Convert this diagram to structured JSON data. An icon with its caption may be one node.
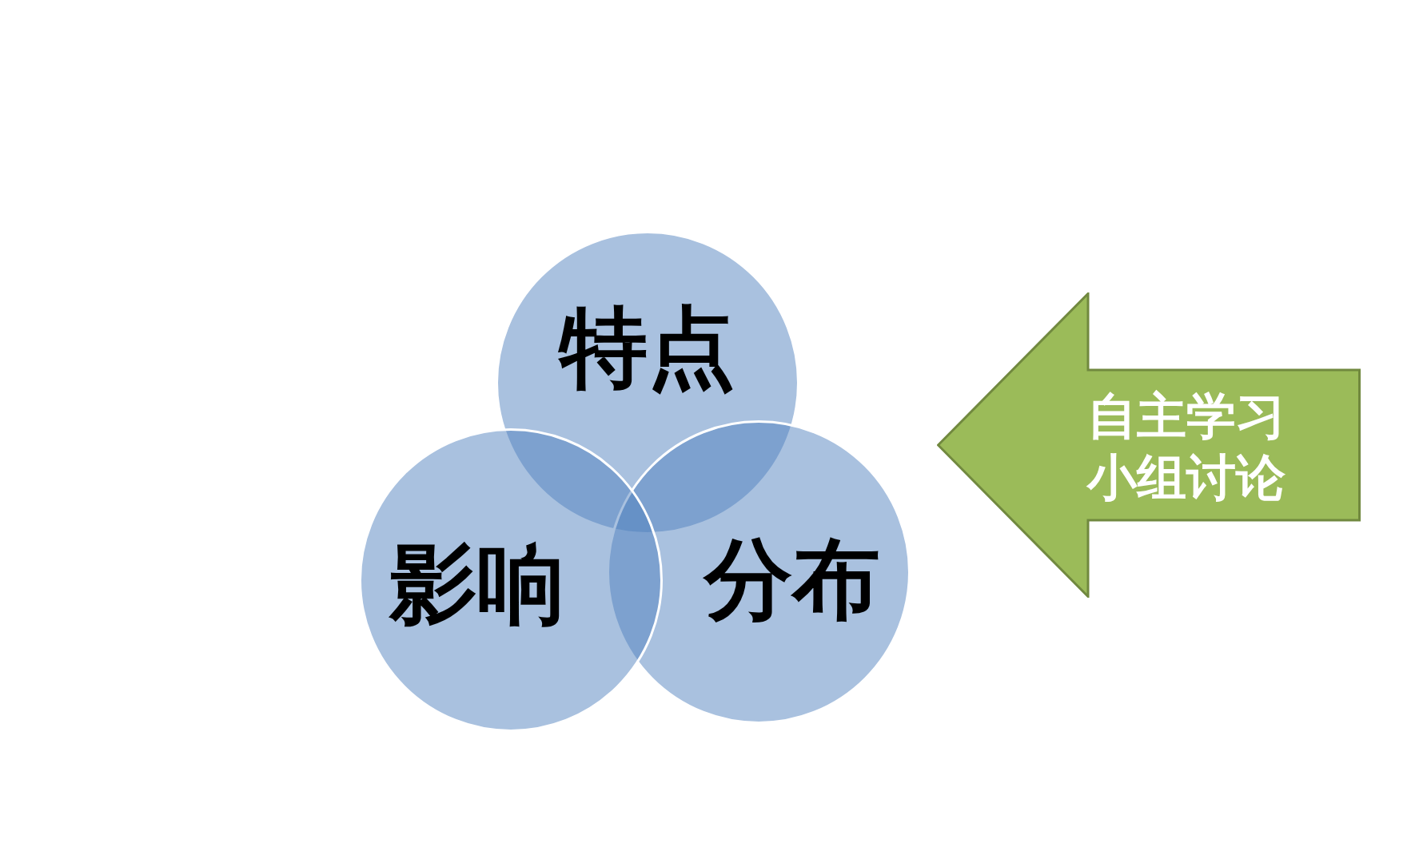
{
  "diagram": {
    "nodes": [
      {
        "text": [
          "特点"
        ]
      },
      {
        "text": [
          "影响"
        ]
      },
      {
        "text": [
          "分布"
        ]
      },
      {
        "text": [
          "自主学习",
          "小组讨论"
        ]
      }
    ]
  }
}
